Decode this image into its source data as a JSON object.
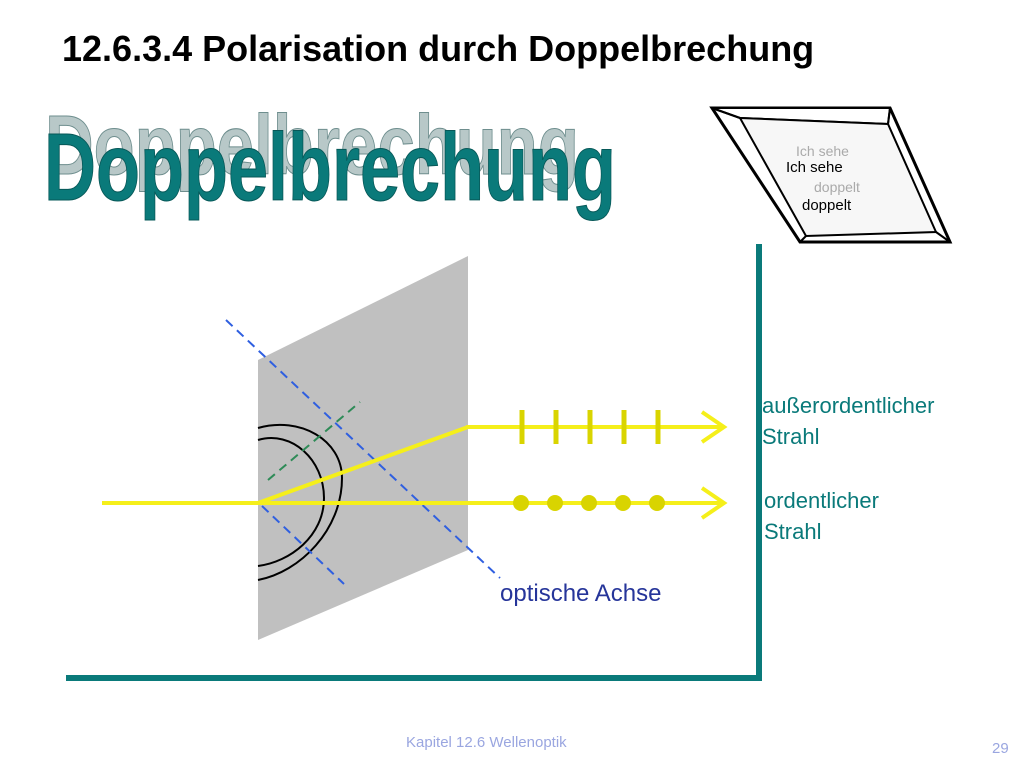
{
  "slide": {
    "title": "12.6.3.4 Polarisation durch Doppelbrechung",
    "wordart": "Doppelbrechung"
  },
  "crystal": {
    "line1": "Ich sehe",
    "line2": "doppelt"
  },
  "labels": {
    "extraordinary_line1": "außerordentlicher",
    "extraordinary_line2": "Strahl",
    "ordinary_line1": "ordentlicher",
    "ordinary_line2": "Strahl",
    "optical_axis": "optische Achse"
  },
  "footer": {
    "chapter": "Kapitel 12.6 Wellenoptik",
    "page": "29"
  },
  "colors": {
    "teal": "#0a7a7a",
    "beam": "#f5ef1a",
    "dot": "#d9d400",
    "axis": "#2f5fe0",
    "axis_label": "#26359a",
    "plate": "#c0c0c0",
    "footer": "#9aa6e0"
  }
}
